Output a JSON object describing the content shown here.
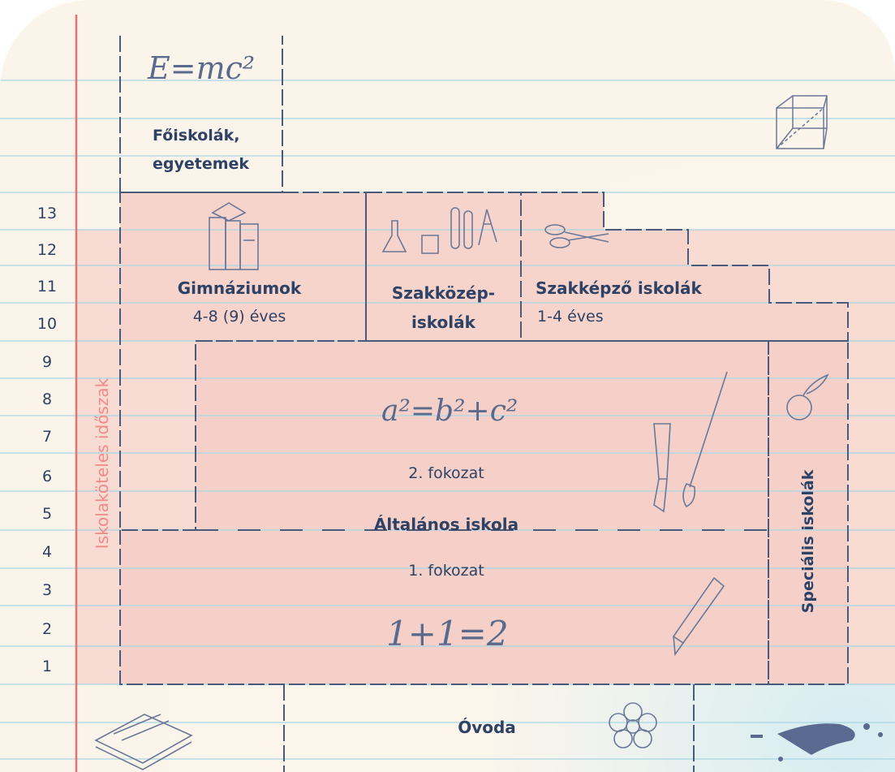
{
  "grade_numbers": [
    "13",
    "12",
    "11",
    "10",
    "9",
    "8",
    "7",
    "6",
    "5",
    "4",
    "3",
    "2",
    "1"
  ],
  "side_label": "Iskolaköteles időszak",
  "formulas": {
    "einstein": "E=mc²",
    "pythagoras": "a²=b²+c²",
    "sum": "1+1=2"
  },
  "blocks": {
    "foiskolak": "Főiskolák,\negyetemek",
    "gimnazium_title": "Gimnáziumok",
    "gimnazium_sub": "4-8 (9) éves",
    "szakkozep": "Szakközép-\niskolák",
    "szakkepzo_title": "Szakképző iskolák",
    "szakkepzo_sub": "1-4 éves",
    "fokozat2": "2. fokozat",
    "altalanos": "Általános iskola",
    "fokozat1": "1. fokozat",
    "specialis": "Speciális iskolák",
    "ovoda": "Óvoda"
  },
  "colors": {
    "pink": "#f7d6cf",
    "pink_light": "#fae2dc",
    "rule_line": "#9fd3e3",
    "margin_line": "#e86b6b",
    "text": "#2e4266",
    "dash": "#4a5a7a",
    "side_label": "#f08a8a"
  },
  "icons": [
    "cube-sketch-icon",
    "books-icon",
    "lab-flask-icon",
    "scissors-icon",
    "apple-icon",
    "marker-brush-icon",
    "pencil-icon",
    "notebook-icon",
    "flower-icon",
    "ink-splat-icon"
  ]
}
